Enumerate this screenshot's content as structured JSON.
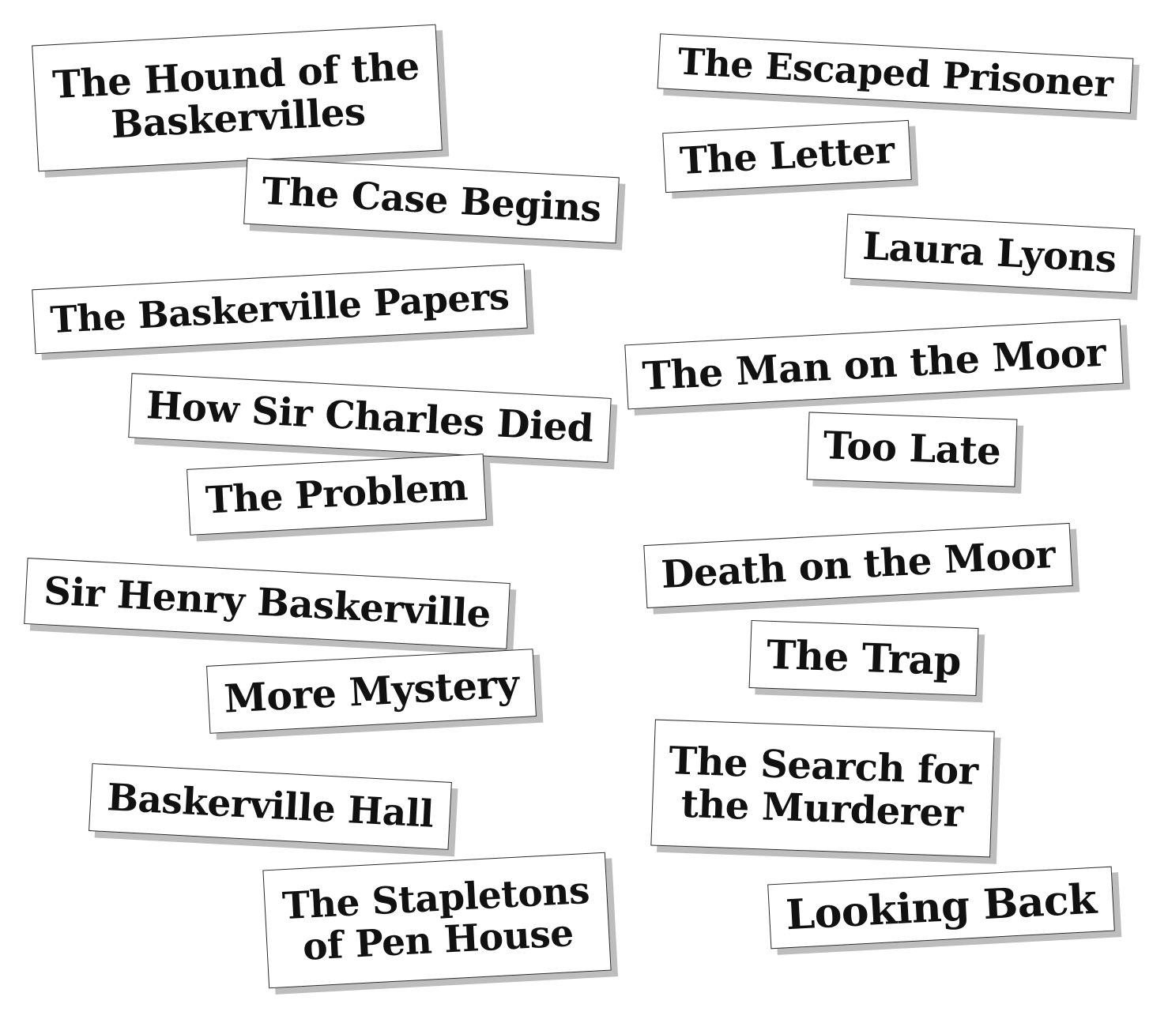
{
  "chapters": [
    {
      "title": "The Hound of the\nBaskervilles"
    },
    {
      "title": "The Case Begins"
    },
    {
      "title": "The Baskerville Papers"
    },
    {
      "title": "How Sir Charles Died"
    },
    {
      "title": "The Problem"
    },
    {
      "title": "Sir Henry Baskerville"
    },
    {
      "title": "More Mystery"
    },
    {
      "title": "Baskerville Hall"
    },
    {
      "title": "The Stapletons\nof Pen House"
    },
    {
      "title": "The Escaped Prisoner"
    },
    {
      "title": "The Letter"
    },
    {
      "title": "Laura Lyons"
    },
    {
      "title": "The Man on the Moor"
    },
    {
      "title": "Too Late"
    },
    {
      "title": "Death on the Moor"
    },
    {
      "title": "The Trap"
    },
    {
      "title": "The Search for\nthe Murderer"
    },
    {
      "title": "Looking Back"
    }
  ]
}
